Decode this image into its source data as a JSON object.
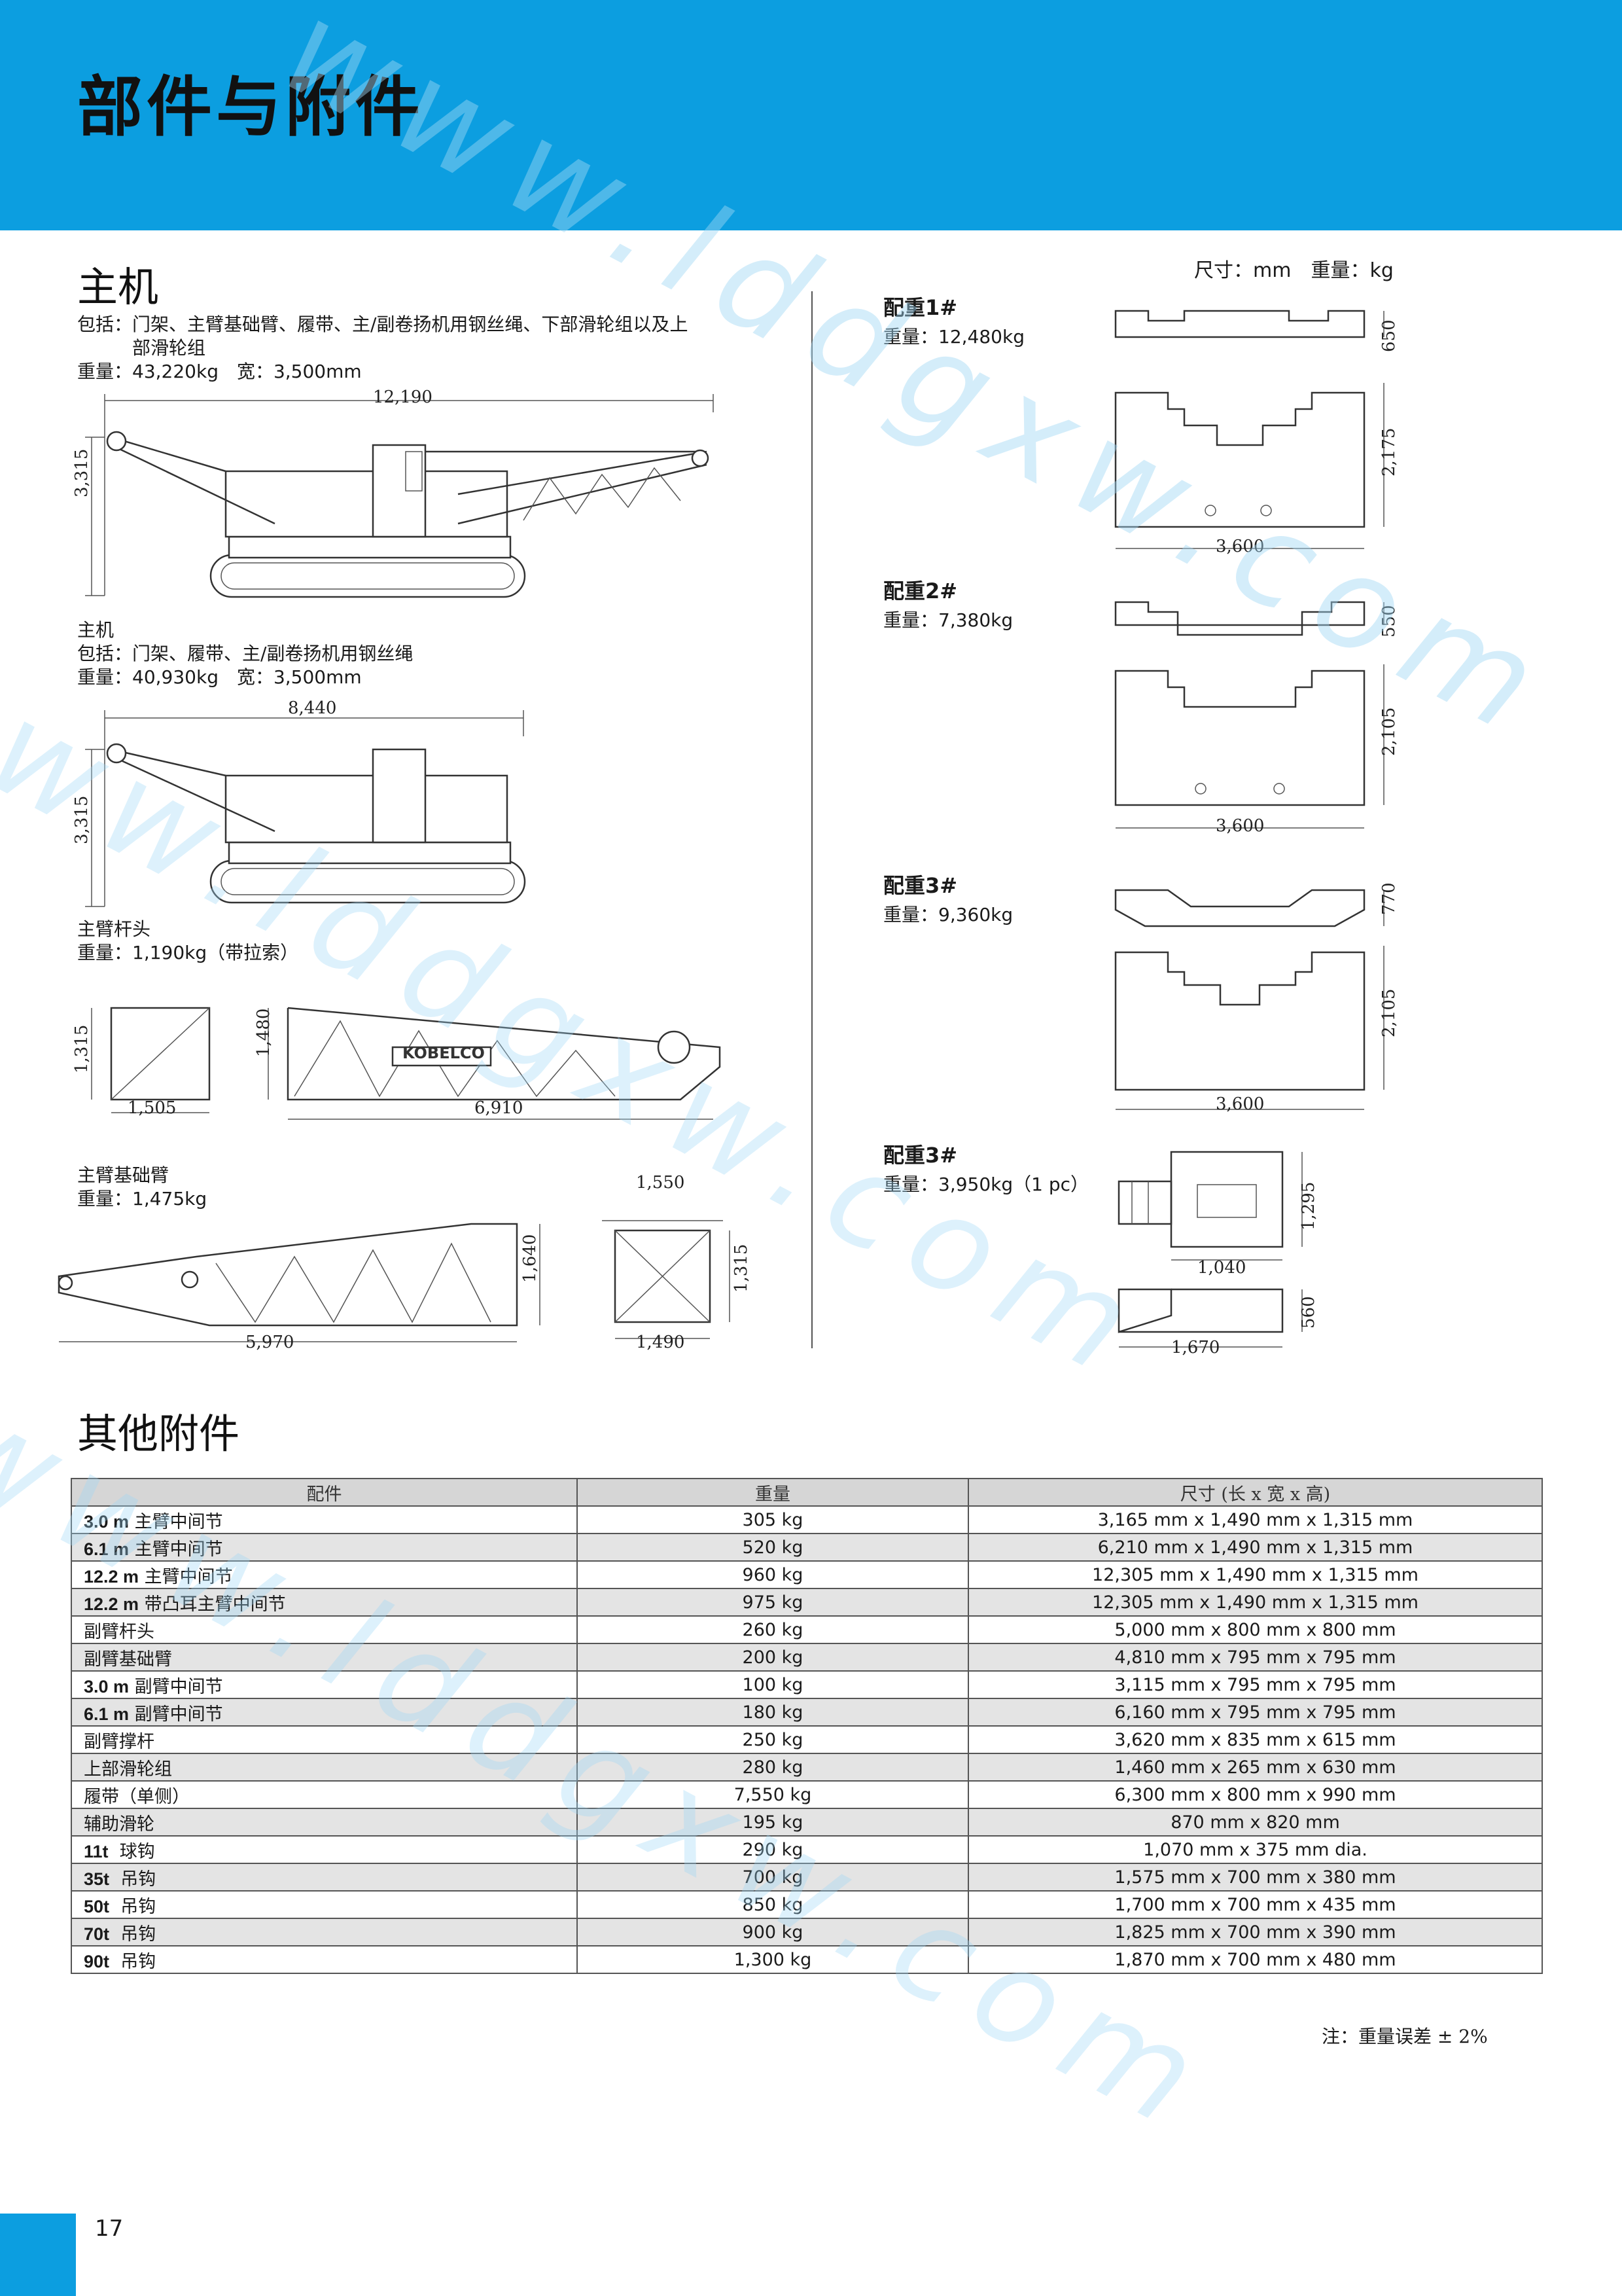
{
  "header": {
    "title": "部件与附件"
  },
  "units_note": "尺寸：mm　重量：kg",
  "main_unit": {
    "section_title": "主机",
    "variant_a": {
      "includes": "包括：门架、主臂基础臂、履带、主/副卷扬机用钢丝绳、下部滑轮组以及上",
      "includes_cont": "部滑轮组",
      "weight_line": "重量：43,220kg　宽：3,500mm",
      "dim_length": "12,190",
      "dim_height": "3,315"
    },
    "variant_b": {
      "title": "主机",
      "includes": "包括：门架、履带、主/副卷扬机用钢丝绳",
      "weight_line": "重量：40,930kg　宽：3,500mm",
      "dim_length": "8,440",
      "dim_height": "3,315"
    }
  },
  "boom_tip": {
    "title": "主臂杆头",
    "weight_line": "重量：1,190kg（带拉索）",
    "dim_section_h": "1,315",
    "dim_section_w": "1,505",
    "dim_height": "1,480",
    "dim_length": "6,910",
    "brand": "KOBELCO"
  },
  "boom_base": {
    "title": "主臂基础臂",
    "weight_line": "重量：1,475kg",
    "dim_length": "5,970",
    "dim_height": "1,640",
    "dim_top_w": "1,550",
    "dim_section_h": "1,315",
    "dim_bottom_w": "1,490"
  },
  "counterweights": [
    {
      "title": "配重1#",
      "weight": "重量：12,480kg",
      "dim_top_h": "650",
      "dim_main_h": "2,175",
      "dim_w": "3,600"
    },
    {
      "title": "配重2#",
      "weight": "重量：7,380kg",
      "dim_top_h": "550",
      "dim_main_h": "2,105",
      "dim_w": "3,600"
    },
    {
      "title": "配重3#",
      "weight": "重量：9,360kg",
      "dim_top_h": "770",
      "dim_main_h": "2,105",
      "dim_w": "3,600"
    },
    {
      "title": "配重3#",
      "weight": "重量：3,950kg（1 pc）",
      "dim_top_h": "1,295",
      "dim_top_w": "1,040",
      "dim_bottom_h": "560",
      "dim_bottom_w": "1,670"
    }
  ],
  "other_section_title": "其他附件",
  "table": {
    "headers": [
      "配件",
      "重量",
      "尺寸 (长 x 宽 x 高)"
    ],
    "rows": [
      {
        "prefix": "3.0 m",
        "name": " 主臂中间节",
        "weight": "305 kg",
        "size": "3,165 mm x 1,490 mm x 1,315 mm"
      },
      {
        "prefix": "6.1 m",
        "name": " 主臂中间节",
        "weight": "520 kg",
        "size": "6,210 mm x 1,490 mm x 1,315 mm"
      },
      {
        "prefix": "12.2 m",
        "name": " 主臂中间节",
        "weight": "960 kg",
        "size": "12,305 mm x 1,490 mm x 1,315 mm"
      },
      {
        "prefix": "12.2 m",
        "name": " 带凸耳主臂中间节",
        "weight": "975 kg",
        "size": "12,305 mm x 1,490 mm x 1,315 mm"
      },
      {
        "prefix": "",
        "name": "副臂杆头",
        "weight": "260 kg",
        "size": "5,000 mm x 800 mm x 800 mm"
      },
      {
        "prefix": "",
        "name": "副臂基础臂",
        "weight": "200 kg",
        "size": "4,810 mm x 795 mm x 795 mm"
      },
      {
        "prefix": "3.0 m",
        "name": " 副臂中间节",
        "weight": "100 kg",
        "size": "3,115 mm x 795 mm x 795 mm"
      },
      {
        "prefix": "6.1 m",
        "name": " 副臂中间节",
        "weight": "180 kg",
        "size": "6,160 mm x 795 mm x 795 mm"
      },
      {
        "prefix": "",
        "name": "副臂撑杆",
        "weight": "250 kg",
        "size": "3,620 mm x 835 mm x 615 mm"
      },
      {
        "prefix": "",
        "name": "上部滑轮组",
        "weight": "280 kg",
        "size": "1,460 mm x 265 mm x 630 mm"
      },
      {
        "prefix": "",
        "name": "履带（单侧）",
        "weight": "7,550 kg",
        "size": "6,300 mm x 800 mm x 990 mm"
      },
      {
        "prefix": "",
        "name": "辅助滑轮",
        "weight": "195 kg",
        "size": "870 mm x 820 mm"
      },
      {
        "prefix": "11t",
        "name": "  球钩",
        "weight": "290 kg",
        "size": "1,070 mm x 375 mm dia."
      },
      {
        "prefix": "35t",
        "name": "  吊钩",
        "weight": "700 kg",
        "size": "1,575 mm x 700 mm x 380 mm"
      },
      {
        "prefix": "50t",
        "name": "  吊钩",
        "weight": "850 kg",
        "size": "1,700 mm x 700 mm x 435 mm"
      },
      {
        "prefix": "70t",
        "name": "  吊钩",
        "weight": "900 kg",
        "size": "1,825 mm x 700 mm x 390 mm"
      },
      {
        "prefix": "90t",
        "name": "  吊钩",
        "weight": "1,300 kg",
        "size": "1,870 mm x 700 mm x 480 mm"
      }
    ]
  },
  "note": "注：重量误差 ± 2%",
  "page_number": "17",
  "watermark_text": "www.lddgxw.com"
}
